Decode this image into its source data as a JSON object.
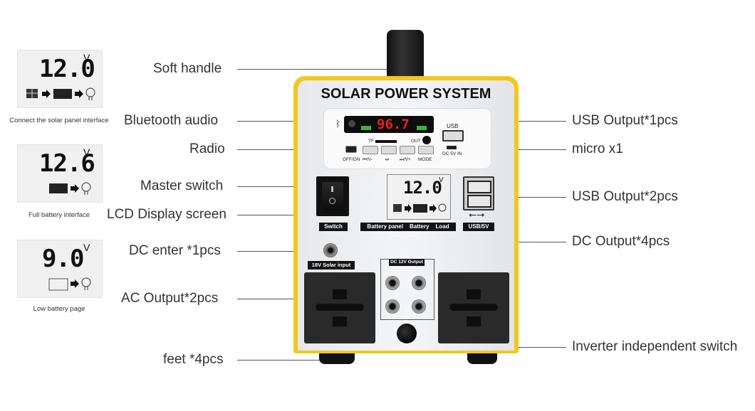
{
  "lcd_examples": [
    {
      "value": "12.0",
      "unit": "V",
      "caption": "Connect the solar panel interface"
    },
    {
      "value": "12.6",
      "unit": "V",
      "caption": "Full battery interface"
    },
    {
      "value": "9.0",
      "unit": "V",
      "caption": "Low battery page"
    }
  ],
  "left_labels": {
    "soft_handle": "Soft handle",
    "bluetooth_audio": "Bluetooth audio",
    "radio": "Radio",
    "master_switch": "Master switch",
    "lcd_display": "LCD Display screen",
    "dc_enter": "DC enter *1pcs",
    "ac_output": "AC Output*2pcs",
    "feet": "feet *4pcs"
  },
  "right_labels": {
    "usb_output_1": "USB Output*1pcs",
    "micro": "micro x1",
    "usb_output_2": "USB Output*2pcs",
    "dc_output": "DC Output*4pcs",
    "inverter_switch": "Inverter independent switch"
  },
  "device": {
    "title": "SOLAR POWER SYSTEM",
    "radio_display": "96.7",
    "radio_tf": "TF",
    "radio_out": "OUT",
    "radio_usb": "USB",
    "radio_dc5v": "DC 5V IN",
    "radio_buttons": [
      "OFF/ON",
      "⏮/V-",
      "⏯",
      "⏭/V+",
      "MODE"
    ],
    "lcd_value": "12.0",
    "lcd_unit": "V",
    "switch_label": "Switch",
    "panel_labels": [
      "Battery panel",
      "Battery",
      "Load"
    ],
    "usb_label": "USB/5V",
    "solar_input": "18V Solar input",
    "dc_output_label": "DC 12V Output"
  },
  "colors": {
    "frame": "#f2c81b",
    "body": "#e4e6e8",
    "dark": "#1a1a1a",
    "radio_red": "#e82020"
  }
}
